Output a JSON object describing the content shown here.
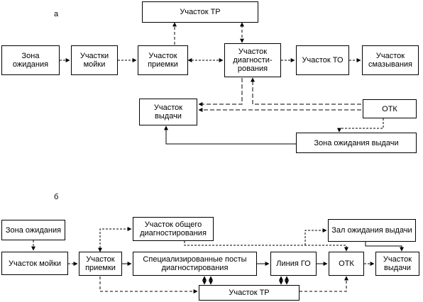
{
  "diagram_a": {
    "label": "а",
    "boxes": {
      "tr": "Участок ТР",
      "waiting": "Зона ожидания",
      "washing": "Участки\nмойки",
      "reception": "Участок\nприемки",
      "diagnostics": "Участок\nдиагности-\nрования",
      "to": "Участок ТО",
      "lubrication": "Участок\nсмазывания",
      "issue": "Участок\nвыдачи",
      "otk": "ОТК",
      "issue_waiting": "Зона ожидания выдачи"
    }
  },
  "diagram_b": {
    "label": "б",
    "boxes": {
      "waiting": "Зона ожидания",
      "general_diag": "Участок общего\nдиагностирования",
      "issue_waiting_hall": "Зал ожидания выдачи",
      "washing": "Участок мойки",
      "reception": "Участок\nприемки",
      "specialized_posts": "Специализированные посты\nдиагностирования",
      "go_line": "Линия ГО",
      "otk": "ОТК",
      "issue": "Участок\nвыдачи",
      "tr": "Участок ТР"
    }
  }
}
